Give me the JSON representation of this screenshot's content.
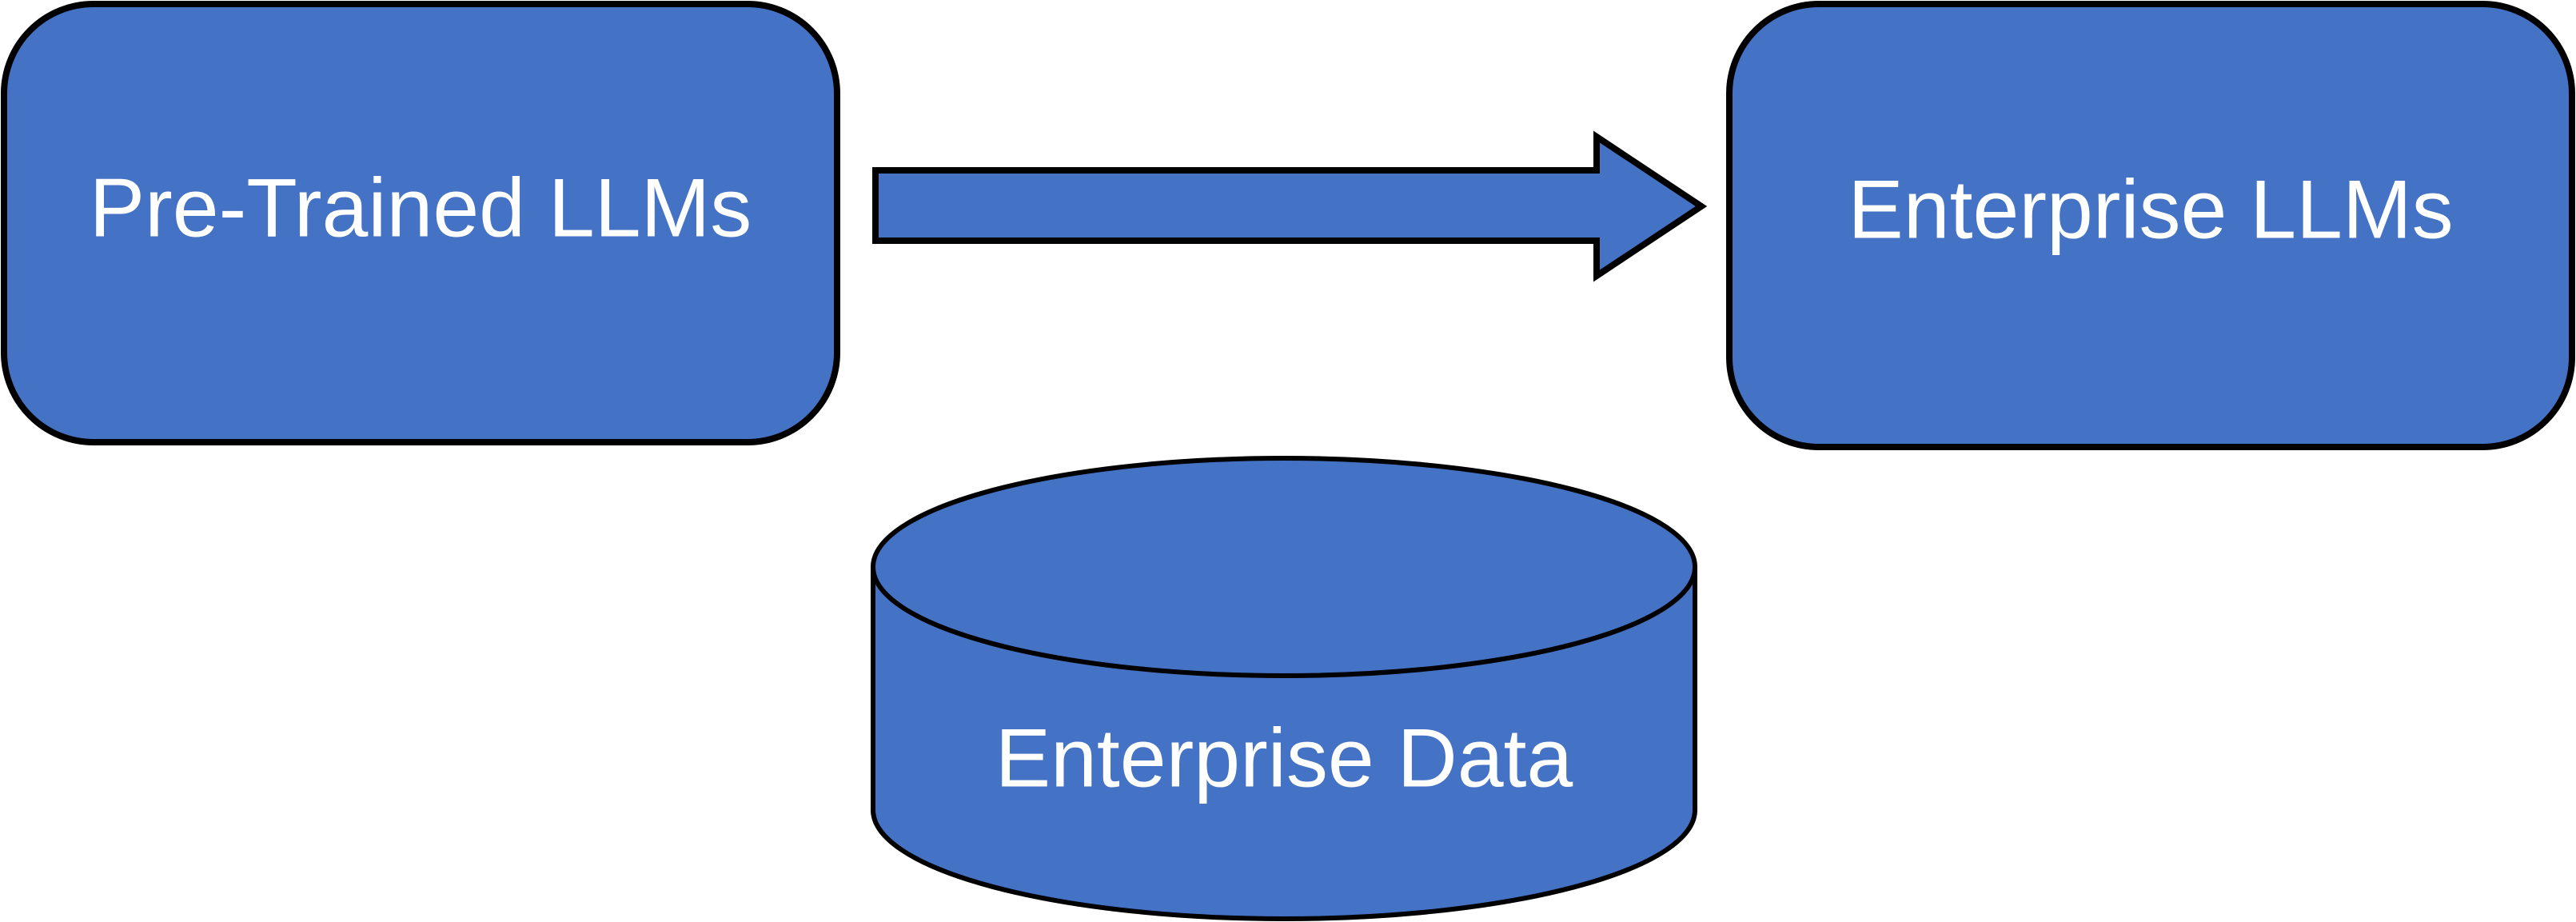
{
  "colors": {
    "fill": "#4472C4",
    "stroke": "#000000",
    "text": "#FFFFFF",
    "background": "#FFFFFF"
  },
  "nodes": {
    "pretrained": {
      "label": "Pre-Trained LLMs",
      "shape": "rounded-rectangle"
    },
    "enterprise_llms": {
      "label": "Enterprise LLMs",
      "shape": "rounded-rectangle"
    },
    "enterprise_data": {
      "label": "Enterprise Data",
      "shape": "cylinder"
    }
  },
  "edges": [
    {
      "from": "pretrained",
      "to": "enterprise_llms",
      "style": "block-arrow"
    }
  ]
}
